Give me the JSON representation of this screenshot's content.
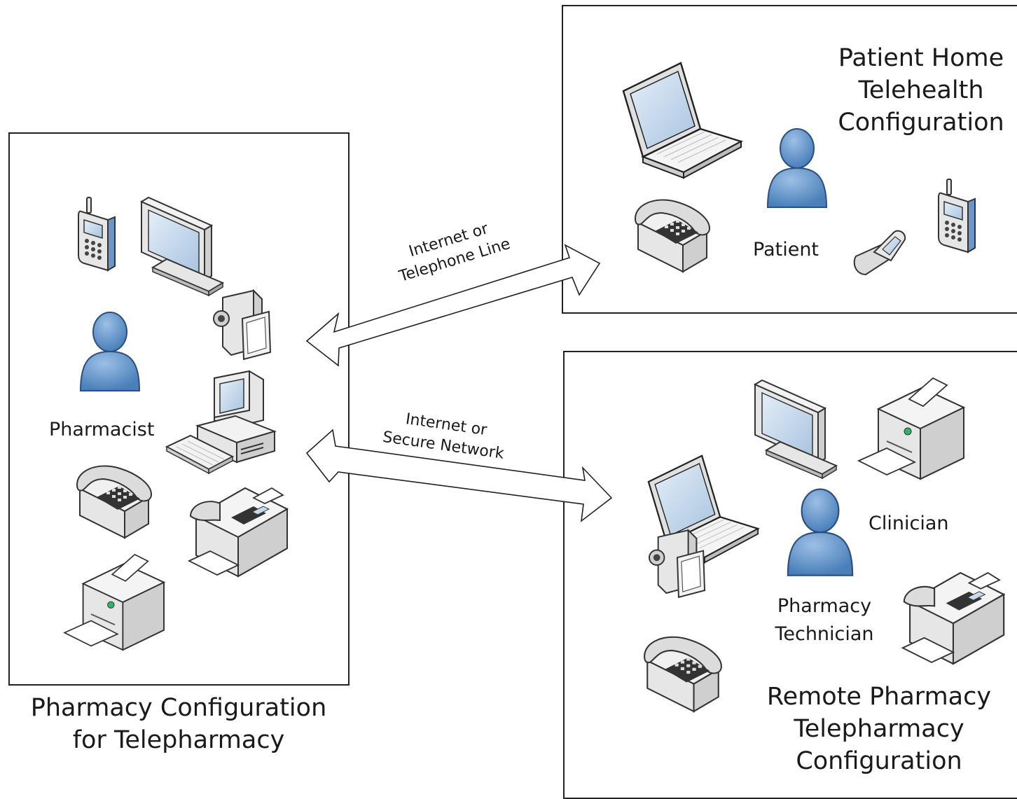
{
  "pharmacy_box": {
    "caption_line1": "Pharmacy Configuration",
    "caption_line2": "for Telepharmacy",
    "person_label": "Pharmacist",
    "icons": [
      "cell-phone-icon",
      "monitor-icon",
      "video-camera-icon",
      "desktop-computer-icon",
      "keyboard-icon",
      "telephone-icon",
      "fax-machine-icon",
      "printer-icon",
      "person-icon"
    ]
  },
  "patient_box": {
    "title_line1": "Patient Home",
    "title_line2": "Telehealth",
    "title_line3": "Configuration",
    "person_label": "Patient",
    "icons": [
      "laptop-icon",
      "telephone-icon",
      "person-icon",
      "flip-phone-icon",
      "cell-phone-icon"
    ]
  },
  "remote_box": {
    "title_line1": "Remote Pharmacy",
    "title_line2": "Telepharmacy",
    "title_line3": "Configuration",
    "clinician_label": "Clinician",
    "technician_line1": "Pharmacy",
    "technician_line2": "Technician",
    "icons": [
      "monitor-icon",
      "printer-icon",
      "laptop-icon",
      "video-camera-icon",
      "person-icon",
      "fax-machine-icon",
      "telephone-icon"
    ]
  },
  "connections": {
    "top_line1": "Internet or",
    "top_line2": "Telephone Line",
    "bottom_line1": "Internet or",
    "bottom_line2": "Secure Network"
  },
  "colors": {
    "person_fill": "#5b8fc7",
    "person_stroke": "#2c4f7c",
    "device_fill": "#e6e6e6",
    "screen_fill": "#bcd3ea",
    "border": "#222222"
  }
}
